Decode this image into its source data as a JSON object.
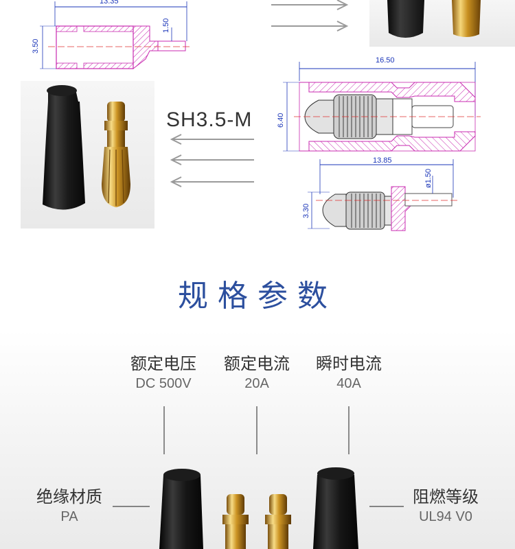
{
  "drawings": {
    "top_left": {
      "dim_length": "13.35",
      "dim_height": "3.50",
      "dim_pin": "1.50"
    },
    "main": {
      "dim_length": "16.50",
      "dim_height": "6.40"
    },
    "pin": {
      "dim_length": "13.85",
      "dim_height": "3.30",
      "dim_pin": "ø1.50"
    }
  },
  "model_label": "SH3.5-M",
  "section_title": "规格参数",
  "specs_top": [
    {
      "label": "额定电压",
      "value": "DC 500V"
    },
    {
      "label": "额定电流",
      "value": "20A"
    },
    {
      "label": "瞬时电流",
      "value": "40A"
    }
  ],
  "specs_left": {
    "label": "绝缘材质",
    "value": "PA"
  },
  "specs_right": {
    "label": "阻燃等级",
    "value": "UL94 V0"
  },
  "colors": {
    "title": "#2c4f9e",
    "dimension": "#1a35b8",
    "hatch": "#c82ab0",
    "arrow": "#9a9a9a"
  }
}
